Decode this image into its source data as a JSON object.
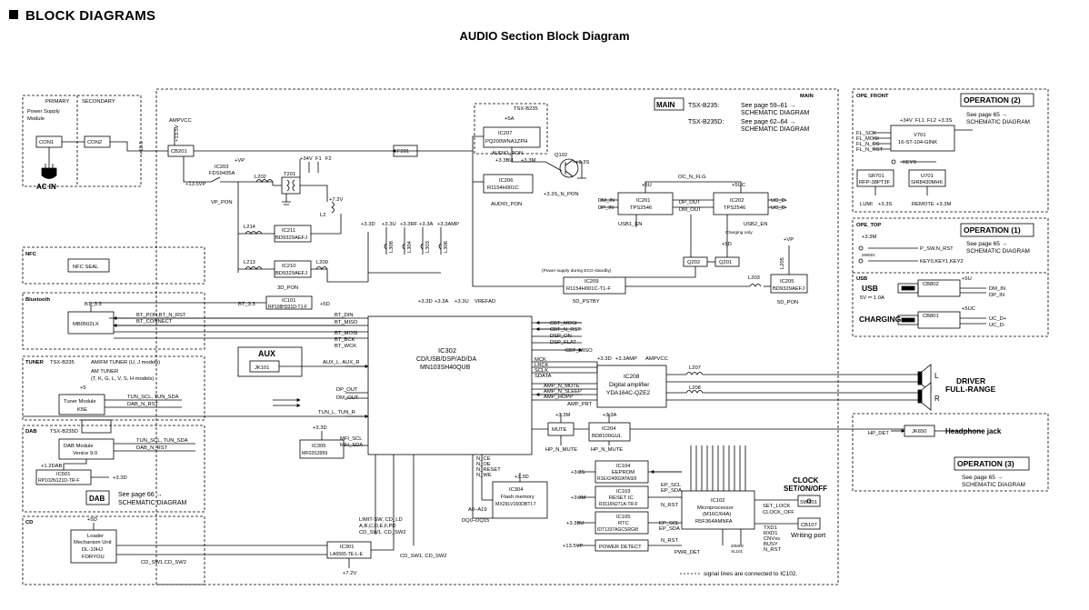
{
  "header": {
    "title": "BLOCK DIAGRAMS",
    "subtitle": "AUDIO Section Block Diagram"
  },
  "power": {
    "primary": "PRIMARY",
    "secondary": "SECONDARY",
    "module_line1": "Power Supply",
    "module_line2": "Module",
    "con1": "CON1",
    "con2": "CON2",
    "ac_in": "AC IN",
    "ampvcc": "AMPVCC",
    "v135": "+13.5V",
    "v135b": "+13.5",
    "cb201": "CB201",
    "f201": "F201"
  },
  "main": {
    "tag": "MAIN",
    "box": "MAIN",
    "tsx_b235": "TSX-B235:",
    "tsx_b235d": "TSX-B235D:",
    "ref1a": "See page 59–61 →",
    "ref1b": "SCHEMATIC DIAGRAM",
    "ref2a": "See page 62–64 →",
    "ref2b": "SCHEMATIC DIAGRAM"
  },
  "ic207": {
    "tag": "TSX-B235",
    "name": "IC207",
    "part": "PQ200WNA1ZPH",
    "in": "+5A",
    "out": "AUDIO_PON"
  },
  "ic206": {
    "name": "IC206",
    "part": "R1154H001C",
    "in1": "+3.3BU",
    "in2": "+3.3M",
    "out": "AUDIO_PON"
  },
  "q102": {
    "name": "Q102",
    "v": "+3.3S",
    "pon": "+3.3S_N_PON"
  },
  "ic203": {
    "name": "IC203",
    "part": "FDS9435A",
    "in": "+13.5VP",
    "vp": "+VP",
    "pon": "VP_PON"
  },
  "l202": "L202",
  "t201": {
    "name": "T201",
    "v34": "+34V",
    "f1": "F1",
    "f2": "F2",
    "v72": "+7.2V",
    "l2": "L2"
  },
  "ic211": {
    "name": "IC211",
    "part": "BD9329AEFJ",
    "l214": "L214"
  },
  "ic210": {
    "name": "IC210",
    "part": "BD9329AEFJ",
    "l213": "L213",
    "l209": "L209",
    "pon": "3D_PON"
  },
  "rails": {
    "v33d": "+3.3D",
    "v33u": "+3.3U",
    "v33rf": "+3.3RF",
    "v33a": "+3.3A",
    "v33amp": "+3.3AMP",
    "l308": "L308",
    "l304": "L304",
    "l303": "L303",
    "l306": "L306"
  },
  "ic201": {
    "name": "IC201",
    "part": "TPS2546",
    "v5u": "+5U",
    "dm_in": "DM_IN",
    "dp_in": "DP_IN",
    "dp_out": "DP_OUT",
    "dm_out": "DM_OUT",
    "en": "USB1_EN"
  },
  "ic202": {
    "name": "IC202",
    "part": "TPS2546",
    "v5uc": "+5UC",
    "ucd1": "UC_D-",
    "ucd2": "UC_D-",
    "en": "USB2_EN",
    "chg": "Charging only"
  },
  "ocflg": "OC_N_FLG",
  "q202": "Q202",
  "q201": "Q201",
  "v5d": "+5D",
  "ic209": {
    "note": "(Power supply during ECO standby)",
    "name": "IC209",
    "part": "R1154H001C-T1-F",
    "pstby": "5D_PSTBY"
  },
  "ic205": {
    "name": "IC205",
    "part": "BD9329AEFJ",
    "vp": "+VP",
    "l203": "L203",
    "l205": "L205",
    "pon": "5D_PON"
  },
  "nfc": {
    "tag": "NFC",
    "box": "NFC SEAL"
  },
  "bt": {
    "tag": "Bluetooth",
    "v": "BT_3.3",
    "module": "MB0502LX",
    "sig1": "BT_PON,BT_N_RST",
    "sig2": "BT_CONNECT",
    "din": "BT_DIN",
    "miso": "BT_MISO",
    "mosi": "BT_MOSI",
    "bck": "BT_BCK",
    "wck": "BT_WCK"
  },
  "ic101": {
    "name": "IC101",
    "part": "RP108H331D-T1-F",
    "in": "BT_3.3",
    "out": "+5D"
  },
  "aux": {
    "tag": "AUX",
    "jk": "JK101",
    "sig": "AUX_L, AUX_R"
  },
  "tuner": {
    "tag": "TUNER",
    "model": "TSX-B235",
    "line1": "AM/FM TUNER (U, J models)",
    "line2": "AM TUNER",
    "line3": "(T, K, G, L, V, S, H models)",
    "v": "+5",
    "box1": "Tuner Module",
    "box2": "K5E",
    "sig1": "TUN_SCL, TUN_SDA",
    "sig2": "DAB_N_RST",
    "lr": "TUN_L, TUN_R"
  },
  "dab": {
    "tag": "DAB",
    "model": "TSX-B235D",
    "box1": "DAB Module",
    "box2": "Venice 9.0",
    "sig1": "TUN_SCL, TUN_SDA",
    "sig2": "DAB_N_RST",
    "v12": "+1.2DAB",
    "ic": "IC501",
    "part": "RP102N121D-TR-F",
    "v33d": "+3.3D",
    "box": "DAB",
    "ref1": "See page 66 →",
    "ref2": "SCHEMATIC DIAGRAM"
  },
  "ic302": {
    "name": "IC302",
    "line1": "CD/USB/DSP/AD/DA",
    "line2": "MN103SH40QUB",
    "v1": "+3.3D",
    "v2": "+3.3A",
    "v3": "+3.3U",
    "v4": "VREFAD"
  },
  "cbt": {
    "mosi": "CBT_MOSI",
    "rst": "CBT_N_RST",
    "on": "DSP_ON",
    "flat": "DSP_FLAT",
    "miso": "CBT_MISO",
    "mck": "MCK",
    "lrck": "LRCK",
    "sclk": "SCLK",
    "sdata": "SDATA"
  },
  "ic305": {
    "name": "IC305",
    "part": "MF03S3959",
    "v": "+3.3D",
    "scl": "MFI_SCL",
    "sda": "MFI_SDA"
  },
  "dpdm": {
    "dp": "DP_OUT",
    "dm": "DM_OUT"
  },
  "ic208": {
    "name": "IC208",
    "line1": "Digital amplifier",
    "line2": "YDA164C-QZE2",
    "v33d": "+3.3D",
    "v33amp": "+3.3AMP",
    "ampvcc": "AMPVCC",
    "mute": "AMP_N_MUTE",
    "sleep": "AMP_N_SLEEP",
    "hopp": "AMP_HOPP",
    "prt": "AMP_PRT",
    "l207": "L207",
    "l208": "L208"
  },
  "driver": {
    "l1": "DRIVER",
    "l2": "FULL-RANGE",
    "l": "L",
    "r": "R"
  },
  "mute": {
    "box": "MUTE",
    "v": "+3.3M",
    "sig": "HP_N_MUTE"
  },
  "ic204": {
    "name": "IC204",
    "part": "BD8100GUL",
    "v": "+3.3A",
    "sig": "HP_N_MUTE"
  },
  "hp": {
    "det": "HP_DET",
    "jk": "JK650",
    "label": "Headphone jack"
  },
  "ope_front": {
    "tag": "OPE_FRONT",
    "box": "OPERATION (2)",
    "ref1": "See page 65 →",
    "ref2": "SCHEMATIC DIAGRAM",
    "sigs": [
      "FL_SCK",
      "FL_MOSI",
      "FL_N_CS",
      "FL_N_RST"
    ],
    "v34": "+34V",
    "fl1": "FL1",
    "fl2": "FL2",
    "v33s": "+3.3S",
    "v701a": "V701",
    "v701b": "16-ST-104-GINK",
    "key0": "KEY0",
    "sr701a": "SR701",
    "sr701b": "RFP-38PT3F",
    "u701a": "U701",
    "u701b": "SIR8430MH6",
    "lumi": "LUMI",
    "v33s2": "+3.3S",
    "remote": "REMOTE",
    "v33m": "+3.3M"
  },
  "ope_top": {
    "tag": "OPE_TOP",
    "box": "OPERATION (1)",
    "ref1": "See page 65 →",
    "ref2": "SCHEMATIC DIAGRAM",
    "v33m": "+3.3M",
    "sw": "P_SW,N_RST",
    "sw2": "SW601",
    "keys": "KEY0,KEY1,KEY2"
  },
  "usb": {
    "tag": "USB",
    "title": "USB",
    "spec": "5V ⎓ 1.0A",
    "charging": "CHARGING",
    "cb802": "CB802",
    "cb801": "CB801",
    "v5u": "+5U",
    "v5uc": "+5UC",
    "dmin": "DM_IN",
    "dpin": "DP_IN",
    "ucdp": "UC_D+",
    "ucdm": "UC_D-"
  },
  "ic304": {
    "name": "IC304",
    "line1": "Flash memory",
    "line2": "MX29LV160DBTI-7",
    "v": "+3.3D",
    "ce": "N_CE",
    "oe": "N_OE",
    "rst": "N_RESET",
    "we": "N_WE",
    "a": "A0–A19",
    "dq": "DQ0–DQ15"
  },
  "ic104": {
    "name": "IC104",
    "line1": "EEPROM",
    "line2": "R1EX24002ATAS0I",
    "v": "+3.3S"
  },
  "ic103": {
    "name": "IC103",
    "line1": "RESET IC",
    "line2": "R3116N271A-TR-F",
    "v": "+3.3M"
  },
  "ic105": {
    "name": "IC105",
    "line1": "RTC",
    "line2": "IDT1337AGCSRGI8",
    "v": "+3.3BU"
  },
  "powdet": {
    "box": "POWER DETECT",
    "v": "+13.5VP",
    "sig": "PWR_DET"
  },
  "eps": {
    "scl": "EP_SCL",
    "sda": "EP_SDA",
    "scl2": "EP_SCL",
    "sda2": "EP_SDA",
    "nrst": "N_RST",
    "nrst2": "N_RST"
  },
  "ic102": {
    "name": "IC102",
    "line1": "Microprocessor",
    "line2": "(M16C/64A)",
    "line3": "R5F364AMNFA",
    "xtal1": "20MHz",
    "xtal2": "XL101"
  },
  "clock": {
    "title1": "CLOCK",
    "title2": "SET/ON/OFF",
    "set": "SET_LOCK",
    "off": "CLOCK_OFF",
    "sw": "SW101",
    "cb": "CB107",
    "port": "Writing port",
    "pins": [
      "TXD1",
      "RXD1",
      "CNVss",
      "BUSY",
      "N_RST"
    ]
  },
  "cd": {
    "tag": "CD",
    "v": "+5D",
    "box1": "Loader",
    "box2": "Mechanism Unit",
    "box3": "DL-10HJ",
    "box4": "FORYOU",
    "sig": "CD_SW1,CD_SW2",
    "sig_a": "LIMIT-SW, CD_LD",
    "sig_b": "A,B,C,D,E,F,PD",
    "sig_c": "CD_SW1, CD_SW2",
    "ic": "IC301",
    "part": "LA6565-TE-L-E",
    "v72": "+7.2V",
    "sig2": "CD_SW1, CD_SW2"
  },
  "ope3": {
    "box": "OPERATION (3)",
    "ref1": "See page 65 →",
    "ref2": "SCHEMATIC DIAGRAM"
  },
  "legend": "signal lines are connected to IC102."
}
